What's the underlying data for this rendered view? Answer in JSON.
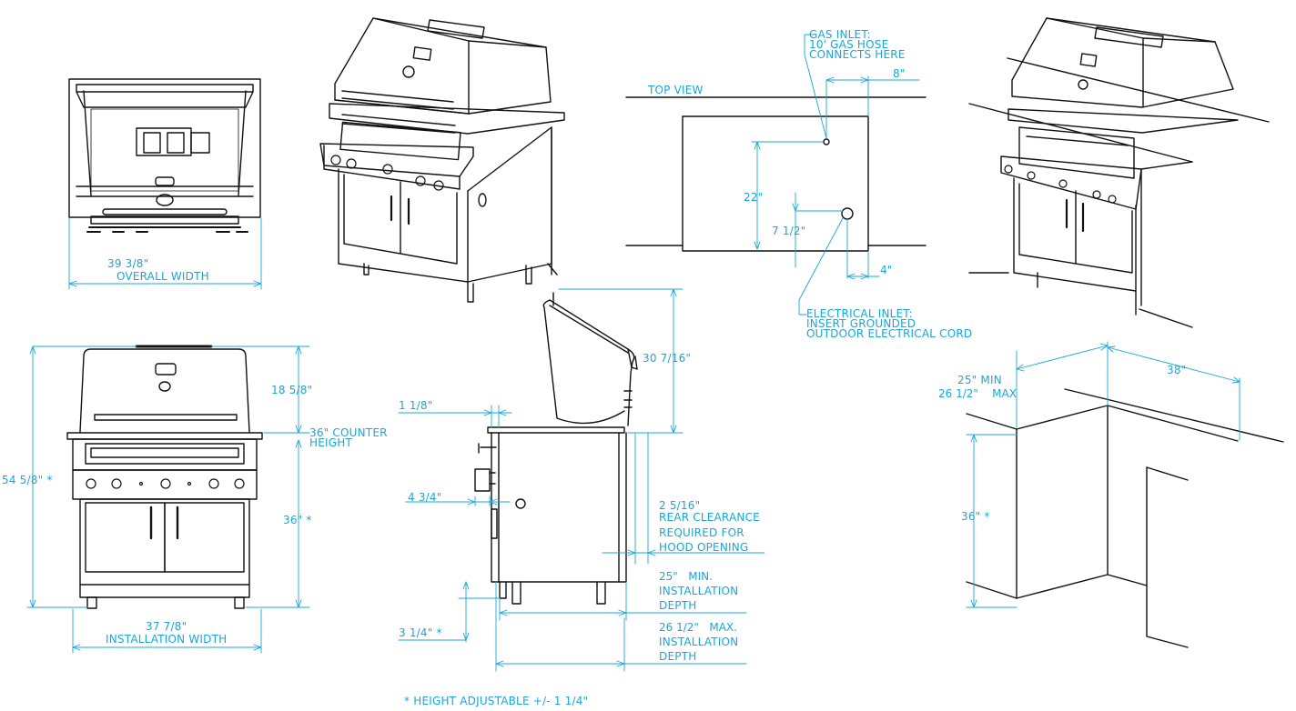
{
  "colors": {
    "line": "#111111",
    "dimension": "#18a7d8",
    "background": "#ffffff"
  },
  "labels": {
    "top_view": "TOP VIEW",
    "gas_inlet": [
      "GAS INLET:",
      "10' GAS HOSE",
      "CONNECTS HERE"
    ],
    "electrical_inlet": [
      "ELECTRICAL INLET:",
      "INSERT GROUNDED",
      "OUTDOOR ELECTRICAL CORD"
    ],
    "footnote": "* HEIGHT ADJUSTABLE +/- 1 1/4\""
  },
  "dimensions": {
    "overall_width_value": "39 3/8\"",
    "overall_width_label": "OVERALL WIDTH",
    "gas_offset": "8\"",
    "top_depth": "22\"",
    "elec_height": "7 1/2\"",
    "elec_offset": "4\"",
    "total_height": "54 5/8\" *",
    "hood_height": "18 5/8\"",
    "counter_height_lines": [
      "36\" COUNTER",
      "HEIGHT"
    ],
    "cart_height": "36\" *",
    "installation_width_value": "37 7/8\"",
    "installation_width_label": "INSTALLATION WIDTH",
    "hood_open_height": "30 7/16\"",
    "lip": "1 1/8\"",
    "knob_depth": "4 3/4\"",
    "rear_clearance_lines": [
      "2 5/16\"",
      "REAR CLEARANCE",
      "REQUIRED FOR",
      "HOOD OPENING"
    ],
    "min_depth_lines": [
      "25\"   MIN.",
      "INSTALLATION",
      "DEPTH"
    ],
    "leg_height": "3 1/4\" *",
    "max_depth_lines": [
      "26 1/2\"   MAX.",
      "INSTALLATION",
      "DEPTH"
    ],
    "corner_depth_min": "25\" MIN",
    "corner_depth_max": "26 1/2\"    MAX",
    "corner_width": "38\"",
    "corner_height": "36\" *"
  }
}
